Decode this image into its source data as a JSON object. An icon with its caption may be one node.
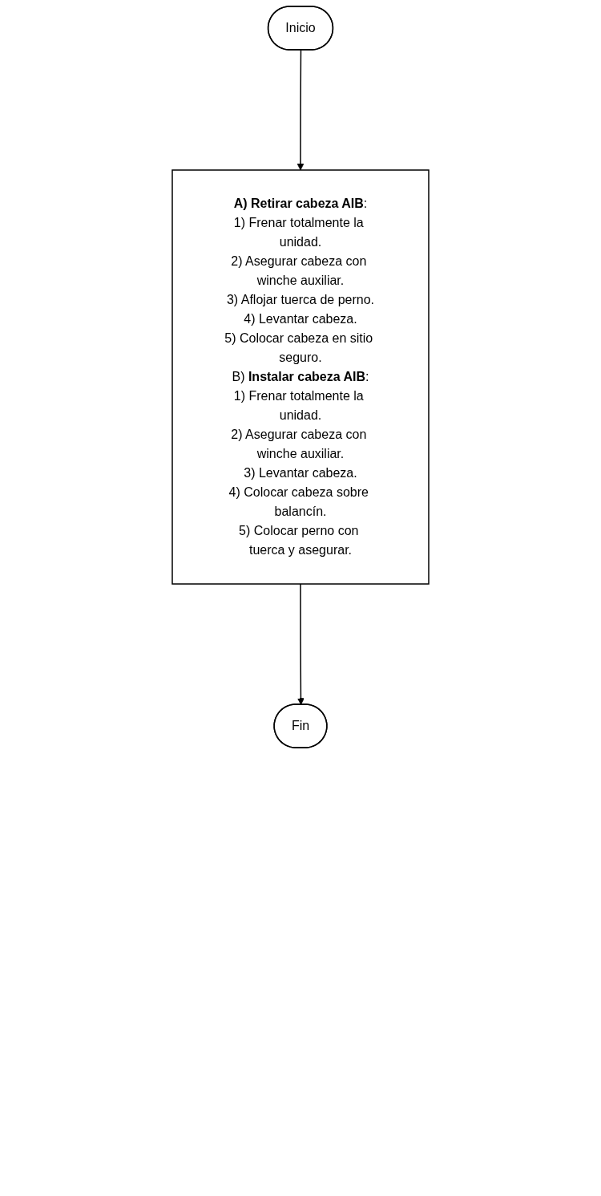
{
  "diagram": {
    "nodes": [
      {
        "text": [
          "Inicio"
        ]
      },
      {
        "text": [
          "**A) Retirar cabeza AIB**:",
          "1) Frenar totalmente la unidad.",
          "2) Asegurar cabeza con winche auxiliar.",
          "3) Aflojar tuerca de perno.",
          "4) Levantar cabeza.",
          "5) Colocar cabeza en sitio seguro.",
          "B) **Instalar cabeza AIB**:",
          "1) Frenar totalmente la unidad.",
          "2) Asegurar cabeza con winche auxiliar.",
          "3) Levantar cabeza.",
          "4) Colocar cabeza sobre balancín.",
          "5) Colocar perno con tuerca y asegurar."
        ]
      },
      {
        "text": [
          "Fin"
        ]
      }
    ],
    "edges": [
      {
        "from": 0,
        "to": 1,
        "arrow": "to"
      },
      {
        "from": 1,
        "to": 2,
        "arrow": "to"
      }
    ]
  }
}
